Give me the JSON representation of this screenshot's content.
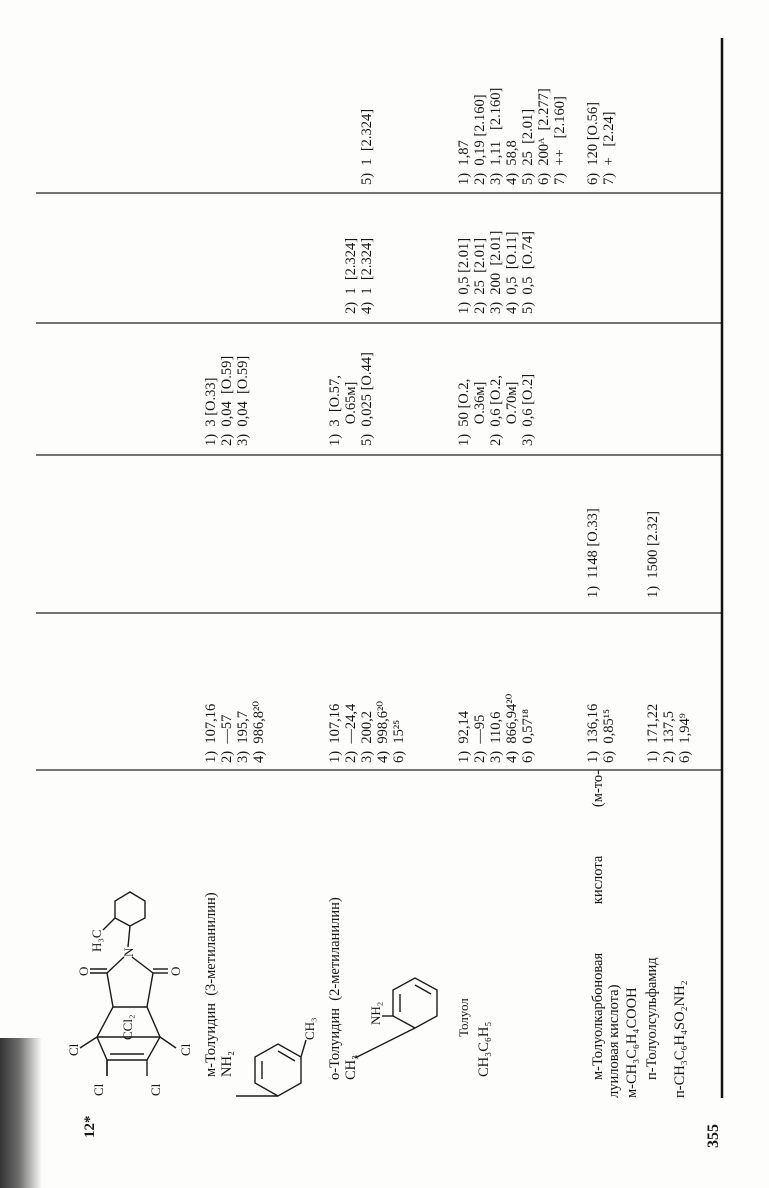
{
  "page": {
    "header_mark": "12*",
    "page_number": "355"
  },
  "structures": {
    "imide": {
      "cl": "Cl",
      "ccl2": "CCl₂",
      "o": "O",
      "n": "N",
      "h3c": "H₃C"
    },
    "m_toluidine": {
      "nh2": "NH₂",
      "ch3": "CH₃"
    },
    "o_toluidine": {
      "ch3": "CH₃",
      "nh2": "NH₂"
    }
  },
  "compounds": [
    {
      "name_lines": [
        "м-Толуидин  (3-метиланилин)"
      ],
      "props": [
        "1)  107,16",
        "2)  —57",
        "3)  195,7",
        "4)  986,8²⁰"
      ],
      "col3": [],
      "col4": [
        "1)  3 [О.33]",
        "2)  0,04  [О.59]",
        "3)  0,04  [О.59]"
      ],
      "col5": [],
      "col6": []
    },
    {
      "name_lines": [
        "о-Толуидин  (2-метиланилин)"
      ],
      "props": [
        "1)  107,16",
        "2)  —24,4",
        "3)  200,2",
        "4)  998,6²⁰",
        "6)  15²⁵"
      ],
      "col3": [],
      "col4": [
        "1)  3  [О.57,",
        "      О.65м]",
        "5)  0,025 [О.44]"
      ],
      "col5": [
        "2)  1  [2.324]",
        "4)  1  [2.324]"
      ],
      "col6": [
        "5)  1  [2.324]"
      ]
    },
    {
      "name_lines": [
        "Толуол",
        "CH₃C₆H₅"
      ],
      "props": [
        "1)  92,14",
        "2)  —95",
        "3)  110,6",
        "4)  866,94²⁰",
        "6)  0,57¹⁸"
      ],
      "col3": [],
      "col4": [
        "1)  50 [О.2,",
        "      О.36м]",
        "2)  0,6 [О.2,",
        "      О.70м]",
        "3)  0,6 [О.2]"
      ],
      "col5": [
        "1)  0,5 [2.01]",
        "2)  25  [2.01]",
        "3)  200  [2.01]",
        "4)  0,5  [О.11]",
        "5)  0,5  [О.74]"
      ],
      "col6": [
        "1)  1,87",
        "2)  0,19 [2.160]",
        "3)  1,11   [2.160]",
        "4)  58,8",
        "5)  25  [2.01]",
        "6)  200ᴬ  [2.277]",
        "7)  ++   [2.160]"
      ]
    },
    {
      "name_lines": [
        "м-Толуолкарбоновая",
        "кислота",
        "(м-то-",
        "луиловая кислота)",
        "м-CH₃C₆H₄COOH"
      ],
      "props": [
        "1)  136,16",
        "6)  0,85¹⁵"
      ],
      "col3": [
        "1)  1148 [О.33]"
      ],
      "col4": [],
      "col5": [],
      "col6": [
        "6)  120 [О.56]",
        "7)  +   [2.24]"
      ]
    },
    {
      "name_lines": [
        "п-Толуолсульфамид",
        "п-CH₃C₆H₄SO₂NH₂"
      ],
      "props": [
        "1)  171,22",
        "2)  137,5",
        "6)  1,94⁹"
      ],
      "col3": [
        "1)  1500 [2.32]"
      ],
      "col4": [],
      "col5": [],
      "col6": []
    }
  ]
}
